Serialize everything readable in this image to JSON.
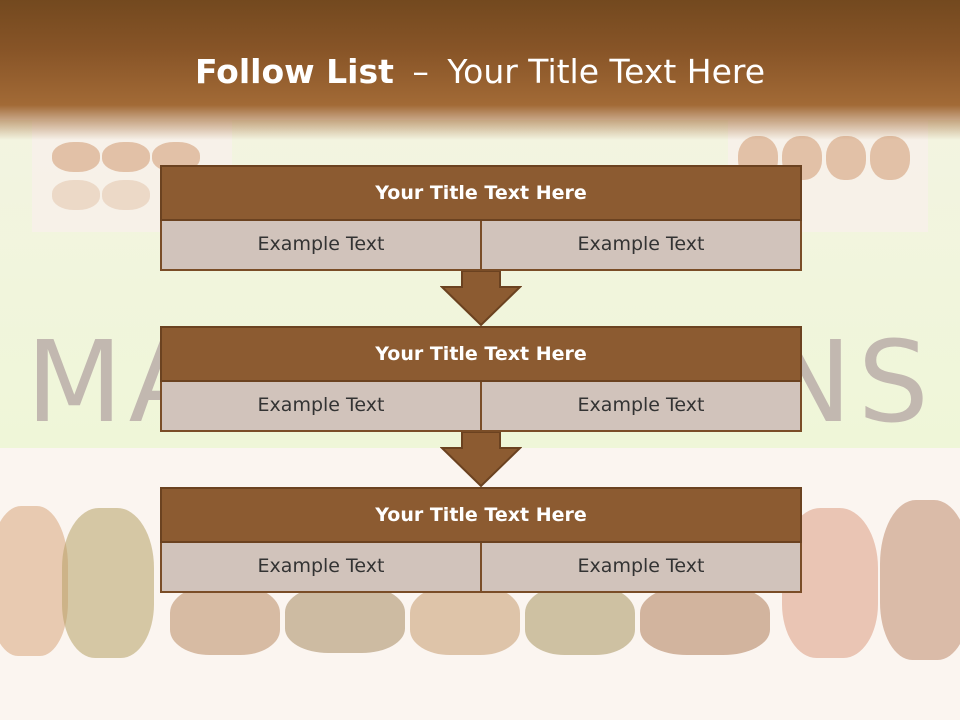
{
  "header": {
    "title_bold": "Follow List",
    "title_separator": "–",
    "title_rest": "Your Title Text Here"
  },
  "background": {
    "word_left": "MA",
    "word_right": "NS"
  },
  "blocks": [
    {
      "title": "Your Title Text Here",
      "left": "Example Text",
      "right": "Example Text"
    },
    {
      "title": "Your Title Text Here",
      "left": "Example Text",
      "right": "Example Text"
    },
    {
      "title": "Your Title Text Here",
      "left": "Example Text",
      "right": "Example Text"
    }
  ],
  "colors": {
    "header": "#875427",
    "block_title": "#8c5b31",
    "block_cell": "#d1c3bb",
    "arrow": "#8c5b31"
  }
}
